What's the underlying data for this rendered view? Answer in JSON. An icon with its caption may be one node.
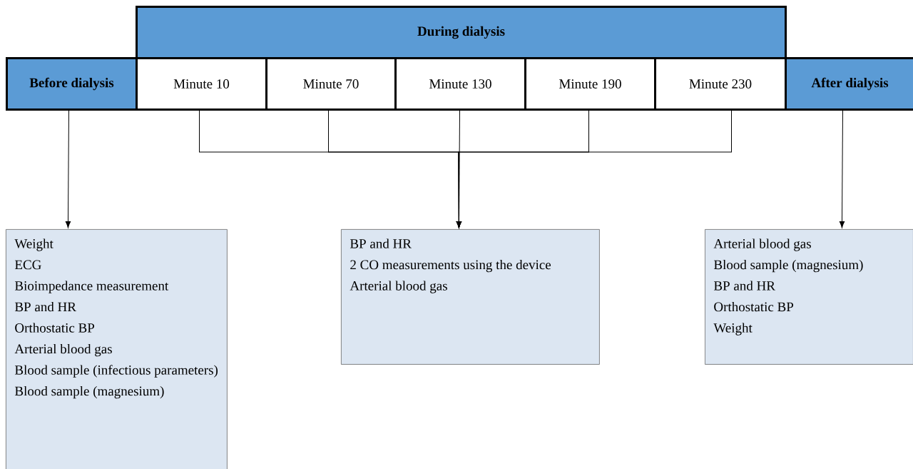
{
  "diagram": {
    "nodes": [
      {
        "text": [
          "During dialysis"
        ]
      },
      {
        "text": [
          "Before dialysis"
        ]
      },
      {
        "text": [
          "Minute 10"
        ]
      },
      {
        "text": [
          "Minute 70"
        ]
      },
      {
        "text": [
          "Minute 130"
        ]
      },
      {
        "text": [
          "Minute 190"
        ]
      },
      {
        "text": [
          "Minute 230"
        ]
      },
      {
        "text": [
          "After dialysis"
        ]
      },
      {
        "text": [
          "Weight",
          "ECG",
          "Bioimpedance measurement",
          "BP and HR",
          "Orthostatic BP",
          "Arterial blood gas",
          "Blood sample (infectious parameters)",
          "Blood sample (magnesium)"
        ]
      },
      {
        "text": [
          "BP and HR",
          "2 CO measurements using the device",
          "Arterial blood gas"
        ]
      },
      {
        "text": [
          "Arterial blood gas",
          "Blood sample (magnesium)",
          "BP and HR",
          "Orthostatic BP",
          "Weight"
        ]
      }
    ],
    "edges": [
      {
        "from": 1,
        "to": 8,
        "arrow": "to"
      },
      {
        "from": 2,
        "to": 9,
        "arrow": "to"
      },
      {
        "from": 3,
        "to": 9,
        "arrow": "to"
      },
      {
        "from": 4,
        "to": 9,
        "arrow": "to"
      },
      {
        "from": 5,
        "to": 9,
        "arrow": "to"
      },
      {
        "from": 6,
        "to": 9,
        "arrow": "to"
      },
      {
        "from": 7,
        "to": 10,
        "arrow": "to"
      }
    ]
  }
}
